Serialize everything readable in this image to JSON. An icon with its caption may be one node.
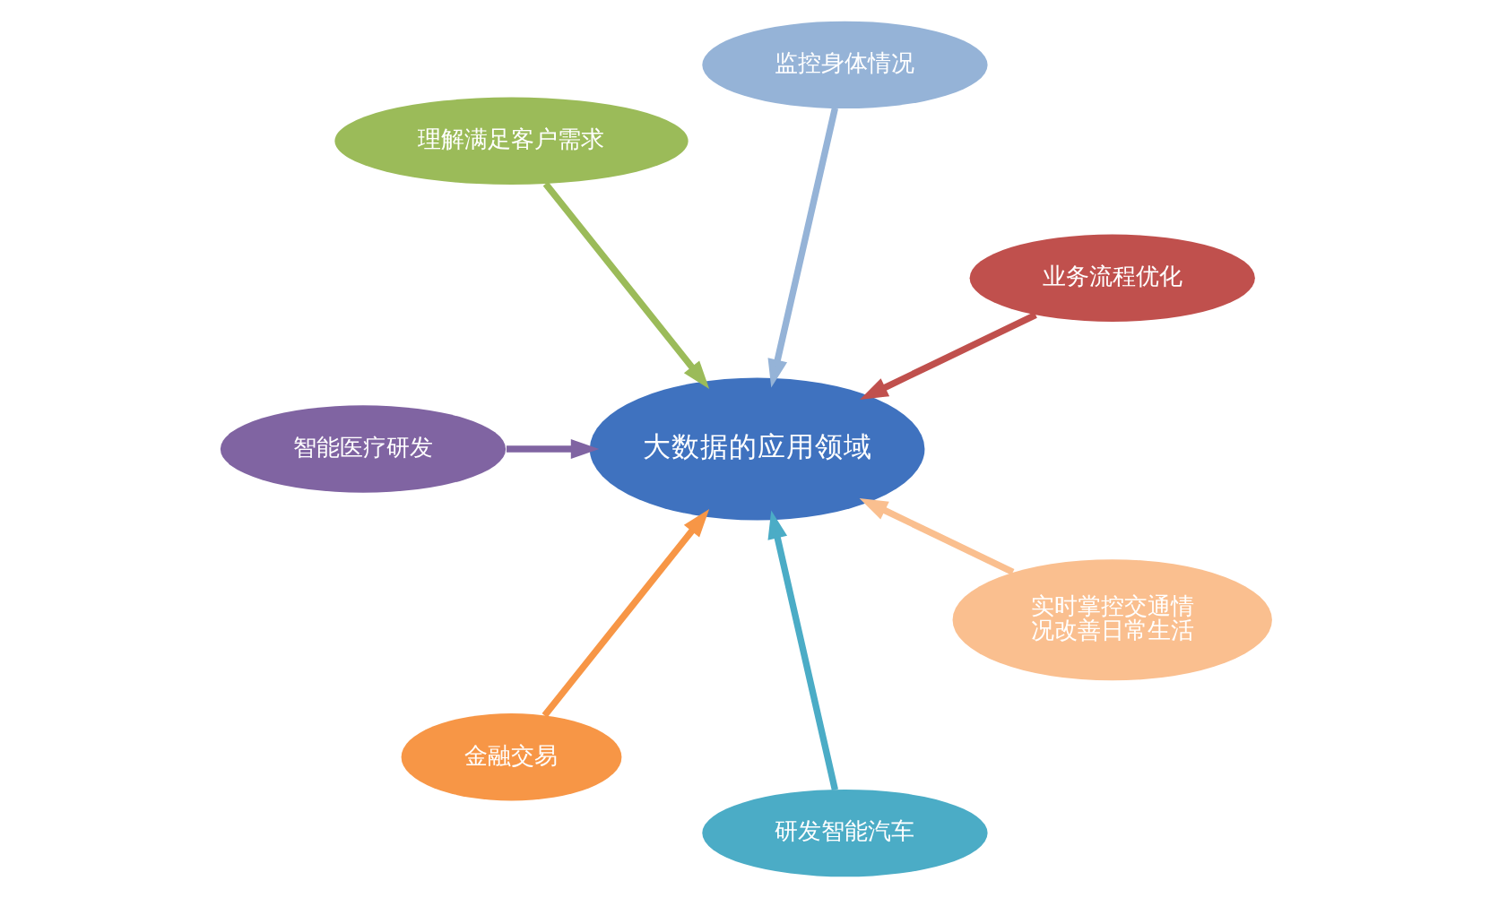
{
  "diagram": {
    "nodes": [
      {
        "text": [
          "大数据的应用领域"
        ]
      },
      {
        "text": [
          "业务流程优化"
        ]
      },
      {
        "text": [
          "监控身体情况"
        ]
      },
      {
        "text": [
          "理解满足客户需求"
        ]
      },
      {
        "text": [
          "智能医疗研发"
        ]
      },
      {
        "text": [
          "金融交易"
        ]
      },
      {
        "text": [
          "研发智能汽车"
        ]
      },
      {
        "text": [
          "实时掌控交通情况改善日常生活"
        ]
      }
    ],
    "edges": [
      {
        "from": 1,
        "to": 0,
        "arrow": "to",
        "color": "#c0504d"
      },
      {
        "from": 2,
        "to": 0,
        "arrow": "to",
        "color": "#95b3d7"
      },
      {
        "from": 3,
        "to": 0,
        "arrow": "to",
        "color": "#9bbb59"
      },
      {
        "from": 4,
        "to": 0,
        "arrow": "to",
        "color": "#8064a2"
      },
      {
        "from": 5,
        "to": 0,
        "arrow": "to",
        "color": "#f79646"
      },
      {
        "from": 6,
        "to": 0,
        "arrow": "to",
        "color": "#4bacc6"
      },
      {
        "from": 7,
        "to": 0,
        "arrow": "to",
        "color": "#fabf8f"
      }
    ]
  }
}
